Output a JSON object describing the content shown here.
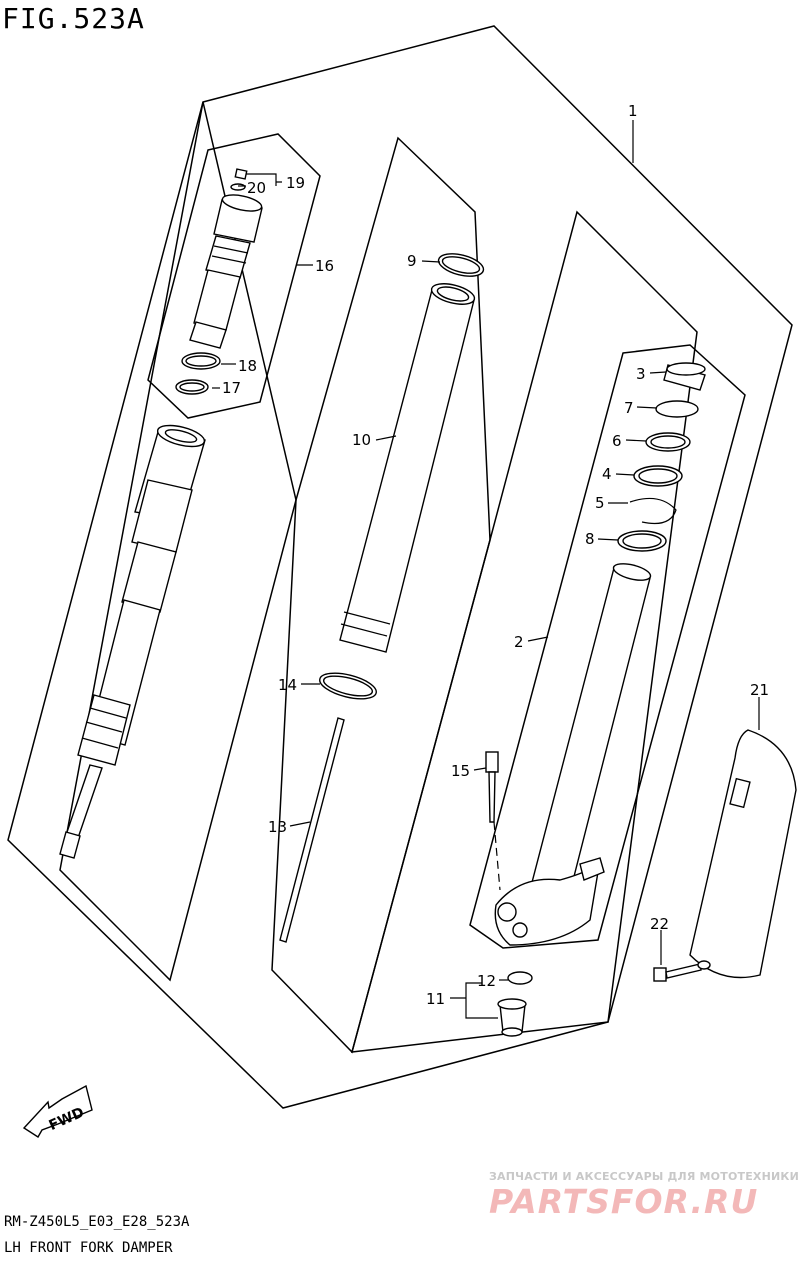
{
  "header": {
    "figure_title": "FIG.523A"
  },
  "footer": {
    "model_code": "RM-Z450L5_E03_E28_523A",
    "diagram_name": "LH FRONT FORK DAMPER"
  },
  "watermark": {
    "tagline": "ЗАПЧАСТИ И АКСЕССУАРЫ ДЛЯ МОТОТЕХНИКИ",
    "logo": "PARTSFOR.RU"
  },
  "fwd_label": "FWD",
  "callouts": [
    {
      "id": "1",
      "label": "1"
    },
    {
      "id": "2",
      "label": "2"
    },
    {
      "id": "3",
      "label": "3"
    },
    {
      "id": "4",
      "label": "4"
    },
    {
      "id": "5",
      "label": "5"
    },
    {
      "id": "6",
      "label": "6"
    },
    {
      "id": "7",
      "label": "7"
    },
    {
      "id": "8",
      "label": "8"
    },
    {
      "id": "9",
      "label": "9"
    },
    {
      "id": "10",
      "label": "10"
    },
    {
      "id": "11",
      "label": "11"
    },
    {
      "id": "12",
      "label": "12"
    },
    {
      "id": "13",
      "label": "13"
    },
    {
      "id": "14",
      "label": "14"
    },
    {
      "id": "15",
      "label": "15"
    },
    {
      "id": "16",
      "label": "16"
    },
    {
      "id": "17",
      "label": "17"
    },
    {
      "id": "18",
      "label": "18"
    },
    {
      "id": "19",
      "label": "19"
    },
    {
      "id": "20",
      "label": "20"
    },
    {
      "id": "21",
      "label": "21"
    },
    {
      "id": "22",
      "label": "22"
    }
  ]
}
